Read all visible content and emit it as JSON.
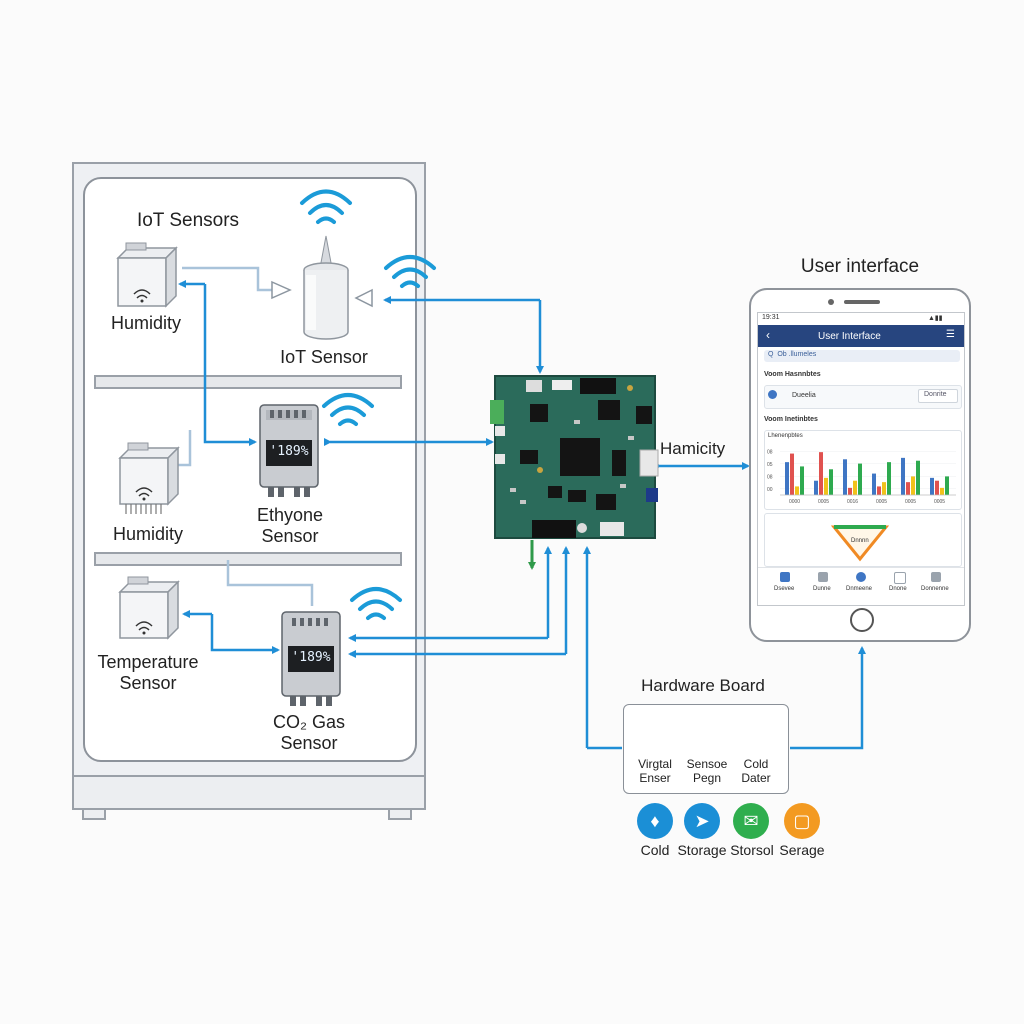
{
  "labels": {
    "iot_sensors": "IoT Sensors",
    "humidity_1": "Humidity",
    "iot_sensor": "IoT Sensor",
    "humidity_2": "Humidity",
    "ethyone_line1": "Ethyone",
    "ethyone_line2": "Sensor",
    "temperature_line1": "Temperature",
    "temperature_line2": "Sensor",
    "co2_line1": "CO₂ Gas",
    "co2_line2": "Sensor",
    "hamicity": "Hamicity",
    "user_interface": "User interface",
    "hardware_board": "Hardware Board"
  },
  "displays": {
    "ethyone_reading": "'189%",
    "co2_reading": "'189%"
  },
  "phone": {
    "status_time": "19:31",
    "header_title": "User Interface",
    "search_text": "Q  Ob .llumeles",
    "section1": "Voom Hasnnbtes",
    "card_text": "Dueelia",
    "card_button": "Donrite",
    "section2": "Voom Inetinbtes",
    "chart_title": "Lhenenpbtes",
    "gauge_label": "Dnnnn",
    "nav": [
      "Dsevee",
      "Dunne",
      "Dnmeene",
      "Dnone",
      "Donnenne"
    ]
  },
  "chart_data": {
    "type": "bar",
    "categories": [
      "0000",
      "0005",
      "0016",
      "0005",
      "0005",
      "0005"
    ],
    "y_ticks": [
      "08",
      "05",
      "08",
      "00"
    ],
    "series": [
      {
        "color": "#3f76c4",
        "values": [
          2.3,
          1.0,
          2.5,
          1.5,
          2.6,
          1.2
        ]
      },
      {
        "color": "#e0524f",
        "values": [
          2.9,
          3.0,
          0.5,
          0.6,
          0.9,
          1.0
        ]
      },
      {
        "color": "#f1c21b",
        "values": [
          0.6,
          1.2,
          1.0,
          0.9,
          1.3,
          0.5
        ]
      },
      {
        "color": "#2eaa4f",
        "values": [
          2.0,
          1.8,
          2.2,
          2.3,
          2.4,
          1.3
        ]
      }
    ],
    "ylim": [
      0,
      3.5
    ]
  },
  "hardware_items": [
    {
      "line1": "Virgtal",
      "line2": "Enser"
    },
    {
      "line1": "Sensoe",
      "line2": "Pegn"
    },
    {
      "line1": "Cold",
      "line2": "Dater"
    }
  ],
  "app_icons": [
    {
      "label": "Cold",
      "color": "#1b8fd6",
      "icon": "droplet-icon"
    },
    {
      "label": "Storage",
      "color": "#1b8fd6",
      "icon": "bird-icon"
    },
    {
      "label": "Storsol",
      "color": "#2fae4e",
      "icon": "chat-icon"
    },
    {
      "label": "Serage",
      "color": "#f39a21",
      "icon": "bag-icon"
    }
  ],
  "colors": {
    "accent": "#1f8ed6",
    "board": "#2b6b5b",
    "phone_header": "#27457f"
  }
}
